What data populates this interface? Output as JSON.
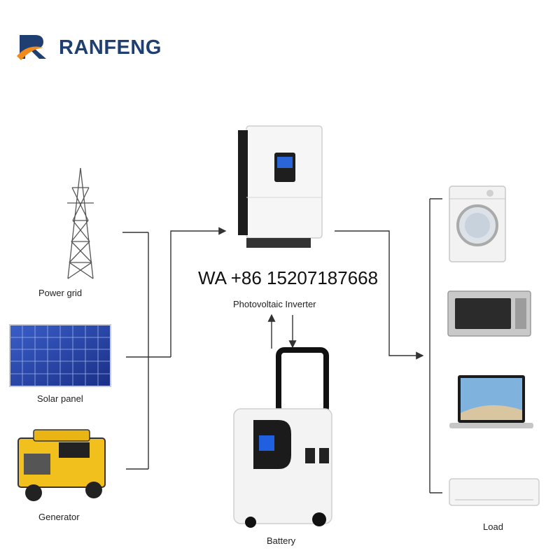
{
  "brand": {
    "name": "RANFENG",
    "colors": {
      "navy": "#1f3f73",
      "orange": "#f08a1c"
    }
  },
  "contact": {
    "text": "WA +86 15207187668"
  },
  "sources": {
    "power_grid": "Power grid",
    "solar_panel": "Solar panel",
    "generator": "Generator"
  },
  "center": {
    "inverter": "Photovoltaic Inverter",
    "battery": "Battery"
  },
  "load": {
    "label": "Load"
  }
}
